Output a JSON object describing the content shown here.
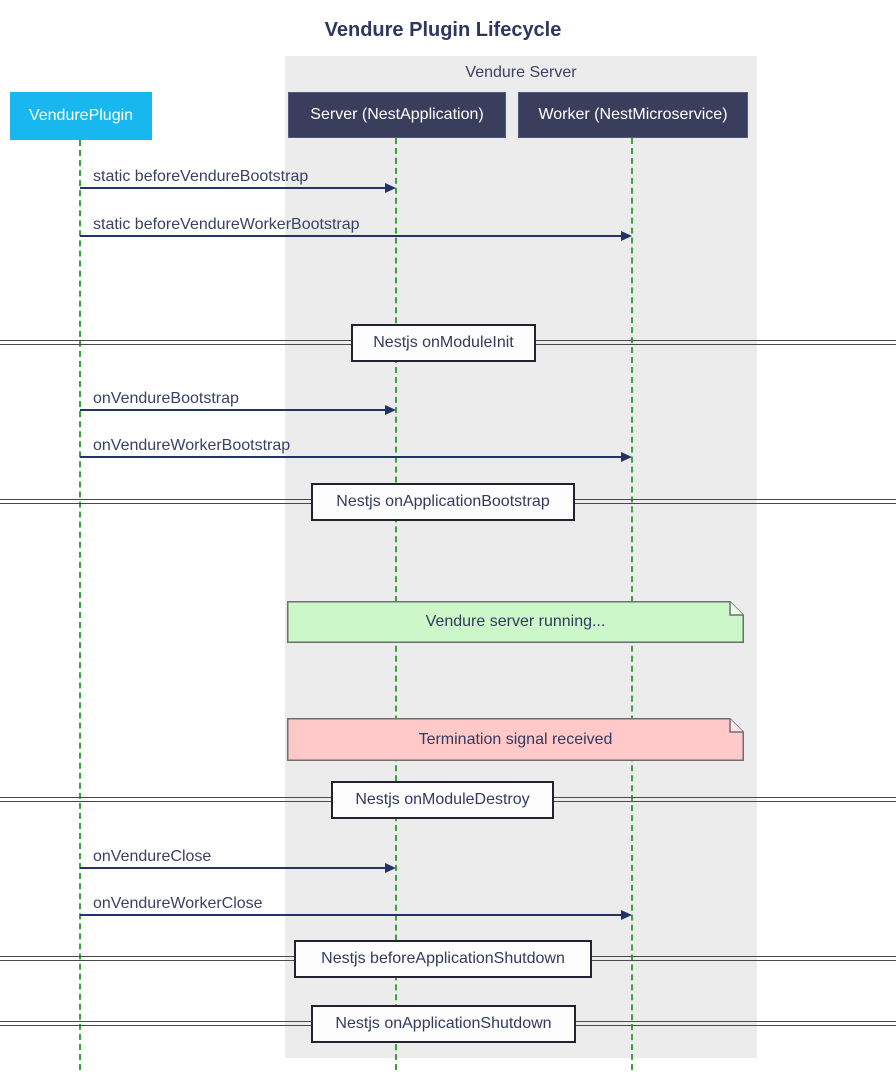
{
  "diagram": {
    "title": "Vendure Plugin Lifecycle",
    "group": {
      "label": "Vendure Server"
    },
    "participants": [
      {
        "label": "VendurePlugin"
      },
      {
        "label": "Server (NestApplication)"
      },
      {
        "label": "Worker (NestMicroservice)"
      }
    ],
    "messages": [
      {
        "label": "static beforeVendureBootstrap",
        "from": "VendurePlugin",
        "to": "Server (NestApplication)"
      },
      {
        "label": "static beforeVendureWorkerBootstrap",
        "from": "VendurePlugin",
        "to": "Worker (NestMicroservice)"
      },
      {
        "label": "onVendureBootstrap",
        "from": "VendurePlugin",
        "to": "Server (NestApplication)"
      },
      {
        "label": "onVendureWorkerBootstrap",
        "from": "VendurePlugin",
        "to": "Worker (NestMicroservice)"
      },
      {
        "label": "onVendureClose",
        "from": "VendurePlugin",
        "to": "Server (NestApplication)"
      },
      {
        "label": "onVendureWorkerClose",
        "from": "VendurePlugin",
        "to": "Worker (NestMicroservice)"
      }
    ],
    "dividers": [
      {
        "label": "Nestjs onModuleInit"
      },
      {
        "label": "Nestjs onApplicationBootstrap"
      },
      {
        "label": "Nestjs onModuleDestroy"
      },
      {
        "label": "Nestjs beforeApplicationShutdown"
      },
      {
        "label": "Nestjs onApplicationShutdown"
      }
    ],
    "notes": [
      {
        "label": "Vendure server running...",
        "type": "success"
      },
      {
        "label": "Termination signal received",
        "type": "danger"
      }
    ],
    "colors": {
      "plugin_actor": "#18b7ef",
      "dark_actor": "#393e5c",
      "text_navy": "#333a5e",
      "lifeline_green": "#3ca43c",
      "arrow_navy": "#213367",
      "group_bg": "#ececec",
      "note_green": "#ccf7c8",
      "note_pink": "#ffc9c9",
      "note_border": "#6e6e6e"
    }
  }
}
